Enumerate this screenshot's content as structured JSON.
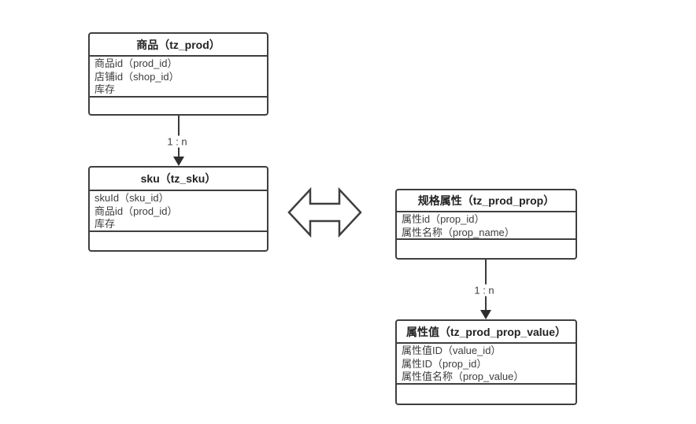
{
  "diagram": {
    "title": "product-sku-prop entity relationship diagram",
    "tables": [
      {
        "id": "prod",
        "title": "商品（tz_prod）",
        "fields": [
          "商品id（prod_id）",
          "店铺id（shop_id）",
          "库存"
        ]
      },
      {
        "id": "sku",
        "title": "sku（tz_sku）",
        "fields": [
          "skuId（sku_id）",
          "商品id（prod_id）",
          "库存"
        ]
      },
      {
        "id": "prod_prop",
        "title": "规格属性（tz_prod_prop）",
        "fields": [
          "属性id（prop_id）",
          "属性名称（prop_name）"
        ]
      },
      {
        "id": "prod_prop_value",
        "title": "属性值（tz_prod_prop_value）",
        "fields": [
          "属性值ID（value_id）",
          "属性ID（prop_id）",
          "属性值名称（prop_value）"
        ]
      }
    ],
    "connectors": [
      {
        "from": "prod",
        "to": "sku",
        "label": "1 : n"
      },
      {
        "from": "prod_prop",
        "to": "prod_prop_value",
        "label": "1 : n"
      }
    ],
    "icons": {
      "relation_arrow": "left-right-double-arrow"
    },
    "colors": {
      "border": "#3f3f3f",
      "header_text": "#222222",
      "field_text": "#3d3d3d",
      "canvas": "#ffffff"
    }
  }
}
